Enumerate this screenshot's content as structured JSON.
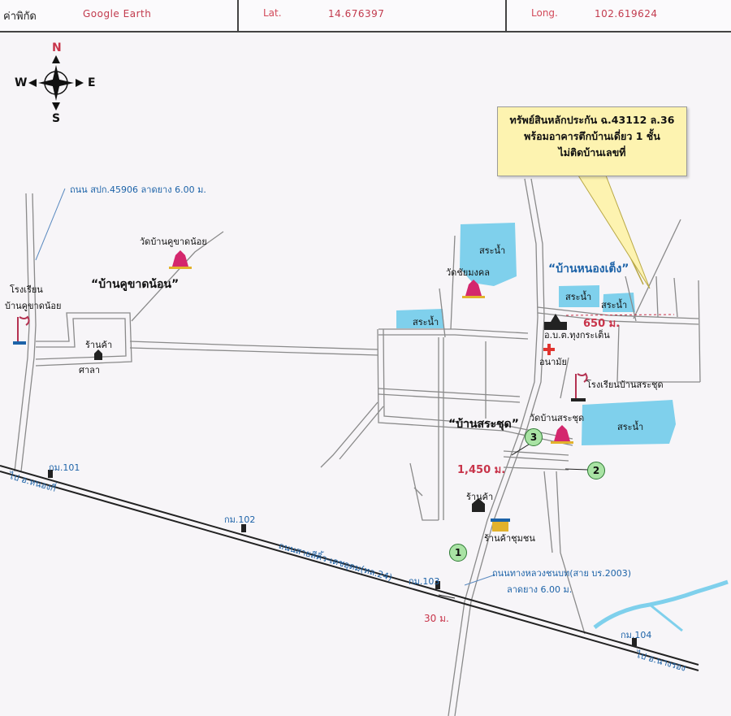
{
  "header": {
    "coord_label": "ค่าพิกัด",
    "source": "Google Earth",
    "lat_label": "Lat.",
    "lat_value": "14.676397",
    "long_label": "Long.",
    "long_value": "102.619624"
  },
  "compass": {
    "n": "N",
    "s": "S",
    "e": "E",
    "w": "W"
  },
  "callout": {
    "line1": "ทรัพย์สินหลักประกัน ฉ.43112 ล.36",
    "line2": "พร้อมอาคารตึกบ้านเดี่ยว 1 ชั้น",
    "line3": "ไม่ติดบ้านเลขที่"
  },
  "labels": {
    "road_spk": "ถนน สปก.45906 ลาดยาง 6.00 ม.",
    "wat_khuchat": "วัดบ้านคูขาดน้อย",
    "village_khuchat": "“บ้านคูขาดน้อน”",
    "school_khuchat_1": "โรงเรียน",
    "school_khuchat_2": "บ้านคูขาดน้อย",
    "shop_1": "ร้านค้า",
    "sala": "ศาลา",
    "pond_1": "สระน้ำ",
    "wat_chaimongkol": "วัดชัยมงคล",
    "pond_2": "สระน้ำ",
    "village_nongteng": "“บ้านหนองเต็ง”",
    "pond_3": "สระน้ำ",
    "pond_4": "สระน้ำ",
    "dist_650": "650 ม.",
    "obt": "อ.บ.ต.ทุงกระเต็น",
    "clinic": "อนามัย",
    "school_sachut": "โรงเรียนบ้านสระชุด",
    "wat_sachut": "วัดบ้านสระชุด",
    "village_sachut": "“บ้านสระชุด”",
    "pond_5": "สระน้ำ",
    "dist_1450": "1,450 ม.",
    "shop_2": "ร้านค้า",
    "coop_shop": "ร้านค้าชุมชน",
    "km101": "กม.101",
    "km102": "กม.102",
    "km103": "กม.103",
    "km104": "กม.104",
    "to_nongki": "ไป อ.หนองกี่",
    "to_nangrong": "ไป อ.นางรอง",
    "highway": "ถนนสายสีคิ้ว-เดชอุดม(ทล.24)",
    "rural_road_1": "ถนนทางหลวงชนบท(สาย บร.2003)",
    "rural_road_2": "ลาดยาง 6.00 ม.",
    "dist_30": "30 ม."
  },
  "markers": [
    "1",
    "2",
    "3"
  ],
  "colors": {
    "pond": "#7fd0ec",
    "road": "#8a8a8a",
    "highway": "#2a2a2a",
    "callout_bg": "#fdf3b0"
  },
  "icons": [
    "compass-icon",
    "temple-icon",
    "school-flag-icon",
    "shop-icon",
    "hospital-cross-icon",
    "government-building-icon",
    "km-post-icon"
  ]
}
